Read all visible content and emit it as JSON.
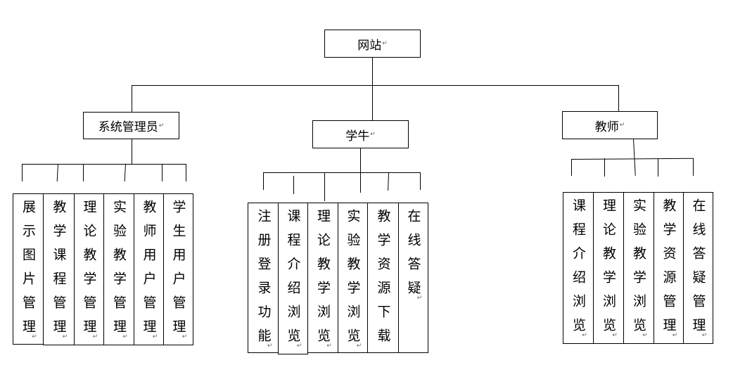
{
  "root": {
    "label": "网站"
  },
  "branches": [
    {
      "label": "系统管理员",
      "children": [
        "展示图片管理",
        "教学课程管理",
        "理论教学管理",
        "实验教学管理",
        "教师用户管理",
        "学生用户管理"
      ]
    },
    {
      "label": "学牛",
      "children": [
        "注册登录功能",
        "课程介绍浏览",
        "理论教学浏览",
        "实验教学浏览",
        "教学资源下载",
        "在线答疑"
      ]
    },
    {
      "label": "教师",
      "children": [
        "课程介绍浏览",
        "理论教学浏览",
        "实验教学浏览",
        "教学资源管理",
        "在线答疑管理"
      ]
    }
  ],
  "paragraph_mark": "↵"
}
